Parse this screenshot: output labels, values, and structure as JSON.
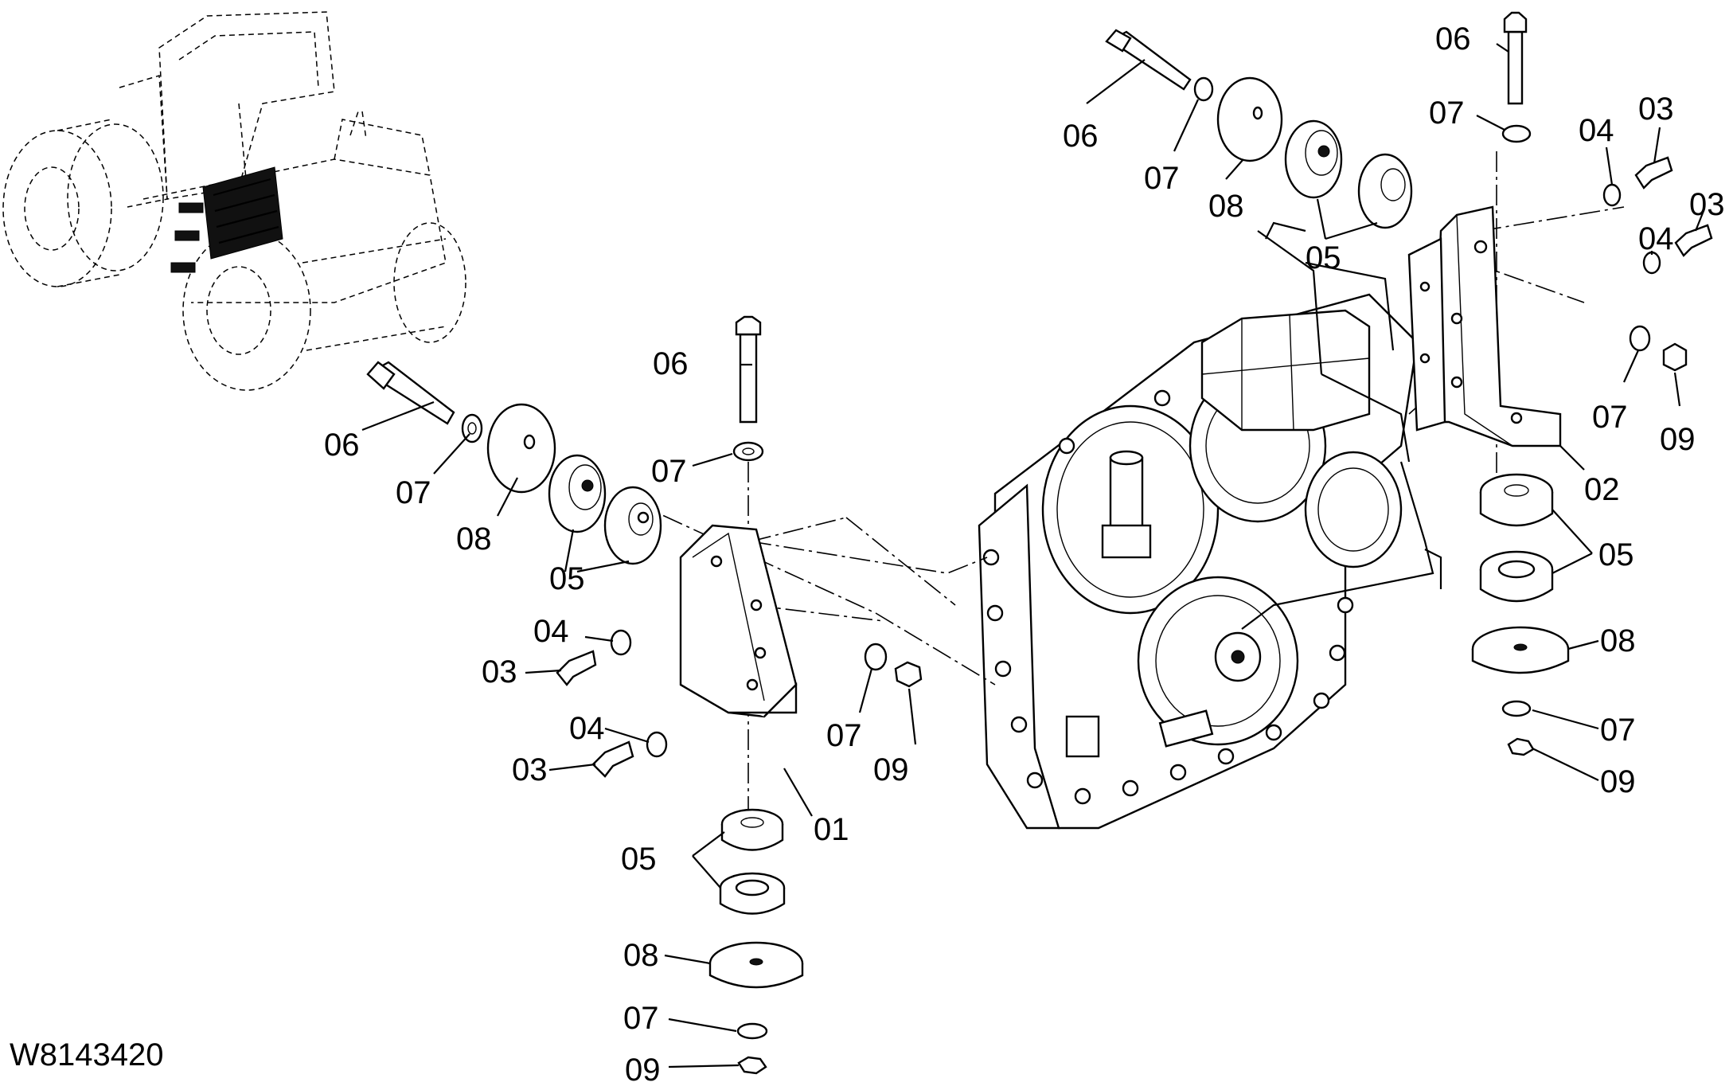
{
  "drawing_code": "W8143420",
  "callouts": [
    {
      "id": "c-tl-06",
      "text": "06"
    },
    {
      "id": "c-tl-07",
      "text": "07"
    },
    {
      "id": "c-tl-08",
      "text": "08"
    },
    {
      "id": "c-tl-05",
      "text": "05"
    },
    {
      "id": "c-tl-04a",
      "text": "04"
    },
    {
      "id": "c-tl-03a",
      "text": "03"
    },
    {
      "id": "c-tl-04b",
      "text": "04"
    },
    {
      "id": "c-tl-03b",
      "text": "03"
    },
    {
      "id": "c-bv-06",
      "text": "06"
    },
    {
      "id": "c-bv-07a",
      "text": "07"
    },
    {
      "id": "c-bv-07b",
      "text": "07"
    },
    {
      "id": "c-bv-09a",
      "text": "09"
    },
    {
      "id": "c-bv-01",
      "text": "01"
    },
    {
      "id": "c-bv-05",
      "text": "05"
    },
    {
      "id": "c-bv-08",
      "text": "08"
    },
    {
      "id": "c-bv-07c",
      "text": "07"
    },
    {
      "id": "c-bv-09b",
      "text": "09"
    },
    {
      "id": "c-tr-06a",
      "text": "06"
    },
    {
      "id": "c-tr-07a",
      "text": "07"
    },
    {
      "id": "c-tr-08",
      "text": "08"
    },
    {
      "id": "c-tr-05",
      "text": "05"
    },
    {
      "id": "c-tr-06b",
      "text": "06"
    },
    {
      "id": "c-tr-07b",
      "text": "07"
    },
    {
      "id": "c-tr-04a",
      "text": "04"
    },
    {
      "id": "c-tr-03a",
      "text": "03"
    },
    {
      "id": "c-tr-04b",
      "text": "04"
    },
    {
      "id": "c-tr-03b",
      "text": "03"
    },
    {
      "id": "c-tr-07c",
      "text": "07"
    },
    {
      "id": "c-tr-09a",
      "text": "09"
    },
    {
      "id": "c-tr-02",
      "text": "02"
    },
    {
      "id": "c-rv-05",
      "text": "05"
    },
    {
      "id": "c-rv-08",
      "text": "08"
    },
    {
      "id": "c-rv-07",
      "text": "07"
    },
    {
      "id": "c-rv-09",
      "text": "09"
    }
  ]
}
